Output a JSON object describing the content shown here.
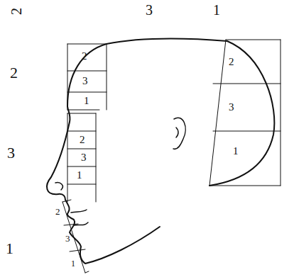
{
  "diagram": {
    "labels": [
      "2",
      "3",
      "1",
      "2",
      "3",
      "1",
      "2",
      "3",
      "1",
      "2",
      "3",
      "1",
      "2",
      "3",
      "1",
      "2",
      "3",
      "1"
    ]
  }
}
